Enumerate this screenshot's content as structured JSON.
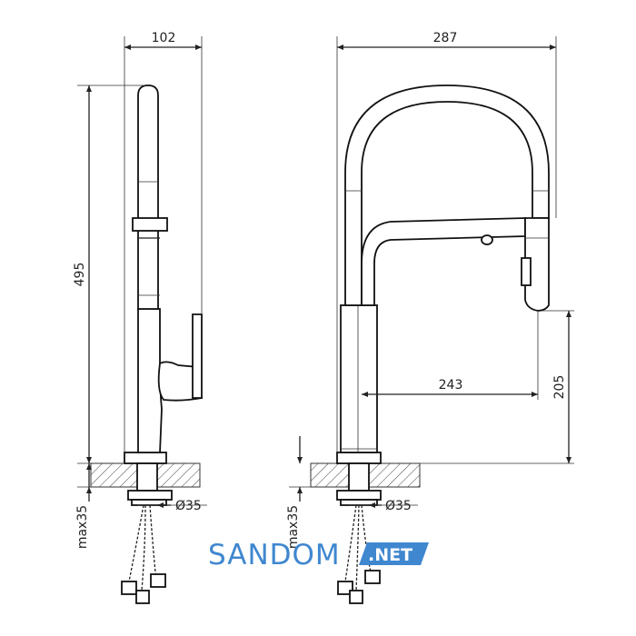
{
  "dimensions": {
    "side_width": "102",
    "height": "495",
    "front_width": "287",
    "reach": "243",
    "spout_height": "205",
    "hole_dia_left": "Ø35",
    "hole_dia_right": "Ø35",
    "max_thickness_left": "max35",
    "max_thickness_right": "max35"
  },
  "watermark": {
    "brand": "SANDOM",
    "suffix": ".NET",
    "color": "#3f87cf"
  }
}
